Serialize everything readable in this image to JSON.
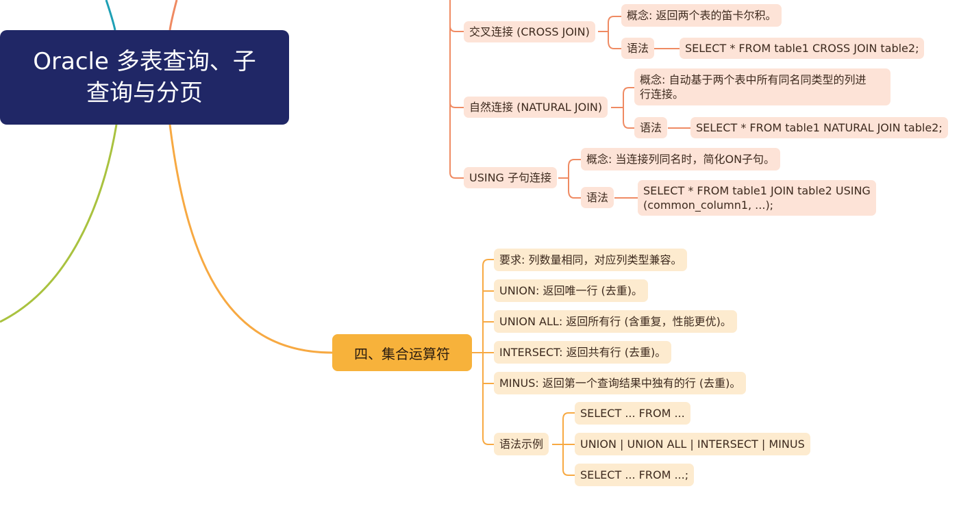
{
  "root": {
    "title_line1": "Oracle 多表查询、子",
    "title_line2": "查询与分页"
  },
  "joins": {
    "cross": {
      "label": "交叉连接 (CROSS JOIN)",
      "concept": "概念: 返回两个表的笛卡尔积。",
      "syntax_label": "语法",
      "syntax": "SELECT * FROM table1 CROSS JOIN table2;"
    },
    "natural": {
      "label": "自然连接 (NATURAL JOIN)",
      "concept_line1": "概念: 自动基于两个表中所有同名同类型的列进",
      "concept_line2": "行连接。",
      "syntax_label": "语法",
      "syntax": "SELECT * FROM table1 NATURAL JOIN table2;"
    },
    "using": {
      "label": "USING 子句连接",
      "concept": "概念: 当连接列同名时，简化ON子句。",
      "syntax_label": "语法",
      "syntax_line1": "SELECT * FROM table1 JOIN table2 USING",
      "syntax_line2": "(common_column1, ...);"
    }
  },
  "set_ops": {
    "title": "四、集合运算符",
    "items": [
      "要求: 列数量相同，对应列类型兼容。",
      "UNION: 返回唯一行 (去重)。",
      "UNION ALL: 返回所有行 (含重复，性能更优)。",
      "INTERSECT: 返回共有行 (去重)。",
      "MINUS: 返回第一个查询结果中独有的行 (去重)。"
    ],
    "syntax_example": {
      "label": "语法示例",
      "lines": [
        "SELECT ... FROM ...",
        "UNION | UNION ALL | INTERSECT | MINUS",
        "SELECT ... FROM ...;"
      ]
    }
  },
  "colors": {
    "root_bg": "#202766",
    "join_branch": "#ef8a62",
    "join_node_bg": "#fde3d7",
    "set_branch": "#f7a942",
    "set_node_bg": "#fdebcf",
    "set_topic_bg": "#f7b23b",
    "green_branch": "#a9c23f",
    "teal_branch": "#1ea0b5"
  }
}
